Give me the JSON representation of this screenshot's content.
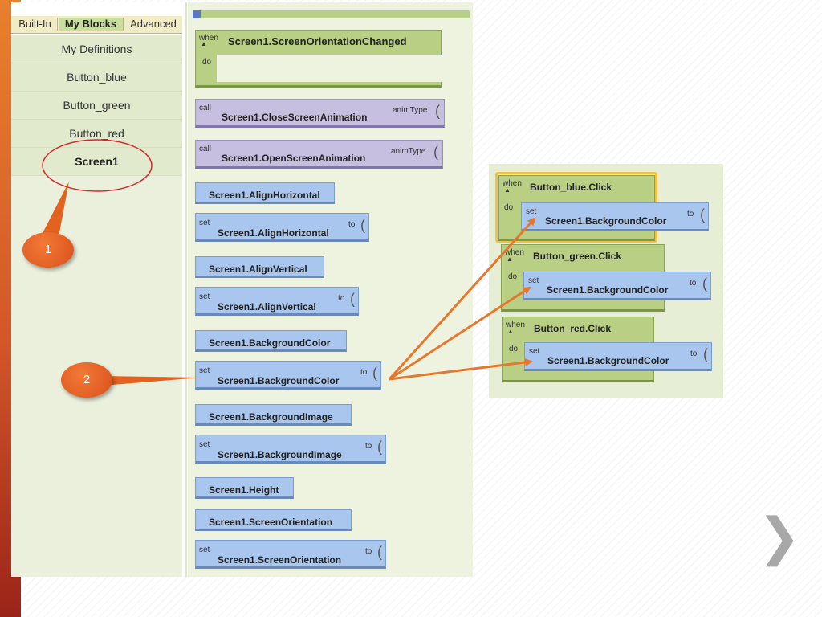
{
  "tabs": [
    "Built-In",
    "My Blocks",
    "Advanced"
  ],
  "block_list": [
    "My Definitions",
    "Button_blue",
    "Button_green",
    "Button_red",
    "Screen1"
  ],
  "block_keywords": {
    "when": "when",
    "do": "do",
    "call": "call",
    "set": "set",
    "to": "to",
    "anim_type": "animType"
  },
  "workspace_blocks": [
    "Screen1.ScreenOrientationChanged",
    "Screen1.CloseScreenAnimation",
    "Screen1.OpenScreenAnimation",
    "Screen1.AlignHorizontal",
    "Screen1.AlignHorizontal",
    "Screen1.AlignVertical",
    "Screen1.AlignVertical",
    "Screen1.BackgroundColor",
    "Screen1.BackgroundColor",
    "Screen1.BackgroundImage",
    "Screen1.BackgroundImage",
    "Screen1.Height",
    "Screen1.ScreenOrientation",
    "Screen1.ScreenOrientation"
  ],
  "event_blocks": [
    {
      "event": "Button_blue.Click",
      "setter": "Screen1.BackgroundColor"
    },
    {
      "event": "Button_green.Click",
      "setter": "Screen1.BackgroundColor"
    },
    {
      "event": "Button_red.Click",
      "setter": "Screen1.BackgroundColor"
    }
  ],
  "callouts": [
    "1",
    "2"
  ],
  "colors": {
    "accent_bar": "#d4562a",
    "callout": "#e2621f",
    "arrow": "#e8772e",
    "event_block": "#b8cf84",
    "setter_block": "#a9c6ee",
    "call_block": "#c7bfe0",
    "highlight": "#f2c23f"
  },
  "icons": {
    "next_slide": "chevron-right-icon"
  }
}
